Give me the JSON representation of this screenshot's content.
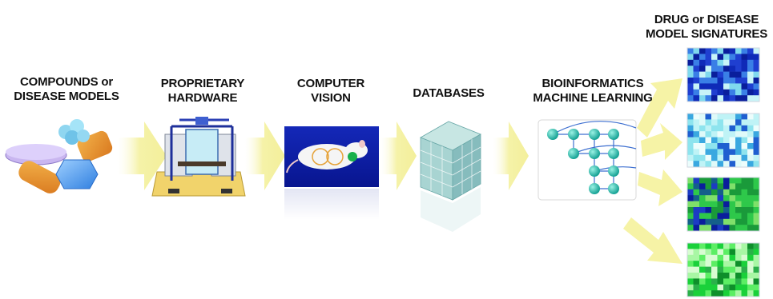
{
  "stages": [
    {
      "line1": "COMPOUNDS or",
      "line2": "DISEASE MODELS"
    },
    {
      "line1": "PROPRIETARY",
      "line2": "HARDWARE"
    },
    {
      "line1": "COMPUTER",
      "line2": "VISION"
    },
    {
      "line1": "DATABASES",
      "line2": ""
    },
    {
      "line1": "BIOINFORMATICS",
      "line2": "MACHINE LEARNING"
    },
    {
      "line1": "DRUG or DISEASE",
      "line2": "MODEL SIGNATURES"
    }
  ],
  "colors": {
    "arrow": "#f6f3a6",
    "vision_bg": "#0b1aa8",
    "database": "#8fc3c4",
    "node": "#1bb5a8",
    "sig_dark": "#0a1e9c",
    "sig_light": "#aeeff4",
    "sig_green": "#22c83a"
  },
  "icons": [
    "compound-shapes-icon",
    "hardware-rig-icon",
    "mouse-icon",
    "database-cube-icon",
    "neural-network-icon",
    "signature-heatmap-icon"
  ]
}
